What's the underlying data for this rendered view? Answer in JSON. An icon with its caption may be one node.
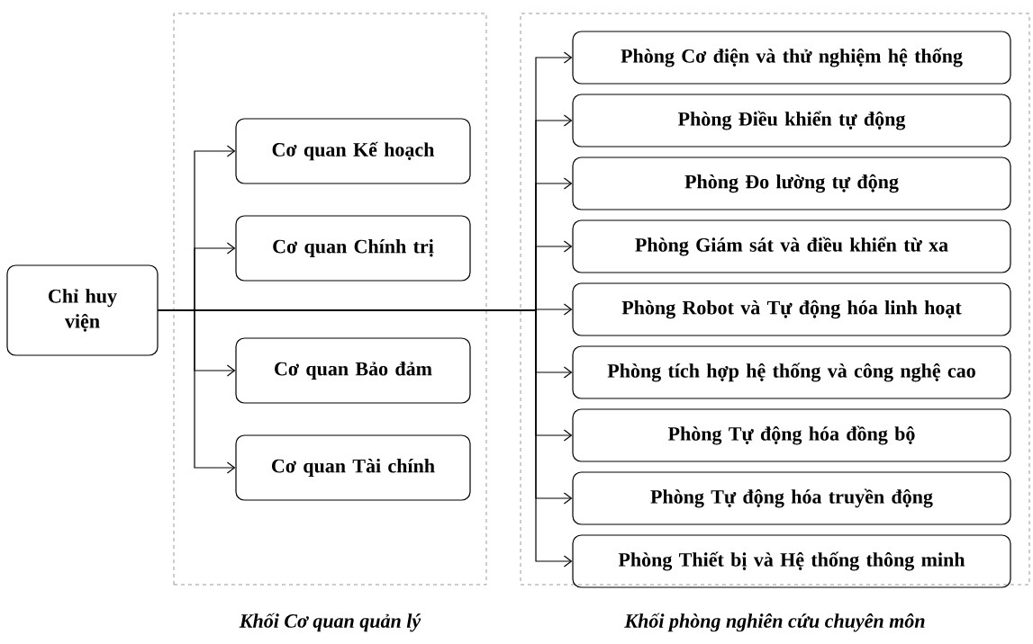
{
  "diagram": {
    "nodes": [
      {
        "text": [
          "Chỉ huy viện"
        ]
      },
      {
        "text": [
          "Khối Cơ quan quản lý"
        ]
      },
      {
        "text": [
          "Cơ quan Kế hoạch"
        ],
        "in": 1
      },
      {
        "text": [
          "Cơ quan Chính trị"
        ],
        "in": 1
      },
      {
        "text": [
          "Cơ quan Bảo đảm"
        ],
        "in": 1
      },
      {
        "text": [
          "Cơ quan Tài chính"
        ],
        "in": 1
      },
      {
        "text": [
          "Khối phòng nghiên cứu chuyên môn"
        ]
      },
      {
        "text": [
          "Phòng Cơ điện và thử nghiệm hệ thống"
        ],
        "in": 6
      },
      {
        "text": [
          "Phòng Điều khiển tự động"
        ],
        "in": 6
      },
      {
        "text": [
          "Phòng Đo lường tự động"
        ],
        "in": 6
      },
      {
        "text": [
          "Phòng Giám sát và điều khiển từ xa"
        ],
        "in": 6
      },
      {
        "text": [
          "Phòng Robot và Tự động hóa linh hoạt"
        ],
        "in": 6
      },
      {
        "text": [
          "Phòng tích hợp hệ thống và công nghệ cao"
        ],
        "in": 6
      },
      {
        "text": [
          "Phòng Tự động hóa đồng bộ"
        ],
        "in": 6
      },
      {
        "text": [
          "Phòng Tự động hóa truyền động"
        ],
        "in": 6
      },
      {
        "text": [
          "Phòng Thiết bị và Hệ thống thông minh"
        ],
        "in": 6
      }
    ],
    "edges": [
      {
        "from": 0,
        "to": 2,
        "arrow": "to"
      },
      {
        "from": 0,
        "to": 3,
        "arrow": "to"
      },
      {
        "from": 0,
        "to": 4,
        "arrow": "to"
      },
      {
        "from": 0,
        "to": 5,
        "arrow": "to"
      },
      {
        "from": 0,
        "to": 7,
        "arrow": "to"
      },
      {
        "from": 0,
        "to": 8,
        "arrow": "to"
      },
      {
        "from": 0,
        "to": 9,
        "arrow": "to"
      },
      {
        "from": 0,
        "to": 10,
        "arrow": "to"
      },
      {
        "from": 0,
        "to": 11,
        "arrow": "to"
      },
      {
        "from": 0,
        "to": 12,
        "arrow": "to"
      },
      {
        "from": 0,
        "to": 13,
        "arrow": "to"
      },
      {
        "from": 0,
        "to": 14,
        "arrow": "to"
      },
      {
        "from": 0,
        "to": 15,
        "arrow": "to"
      }
    ]
  }
}
